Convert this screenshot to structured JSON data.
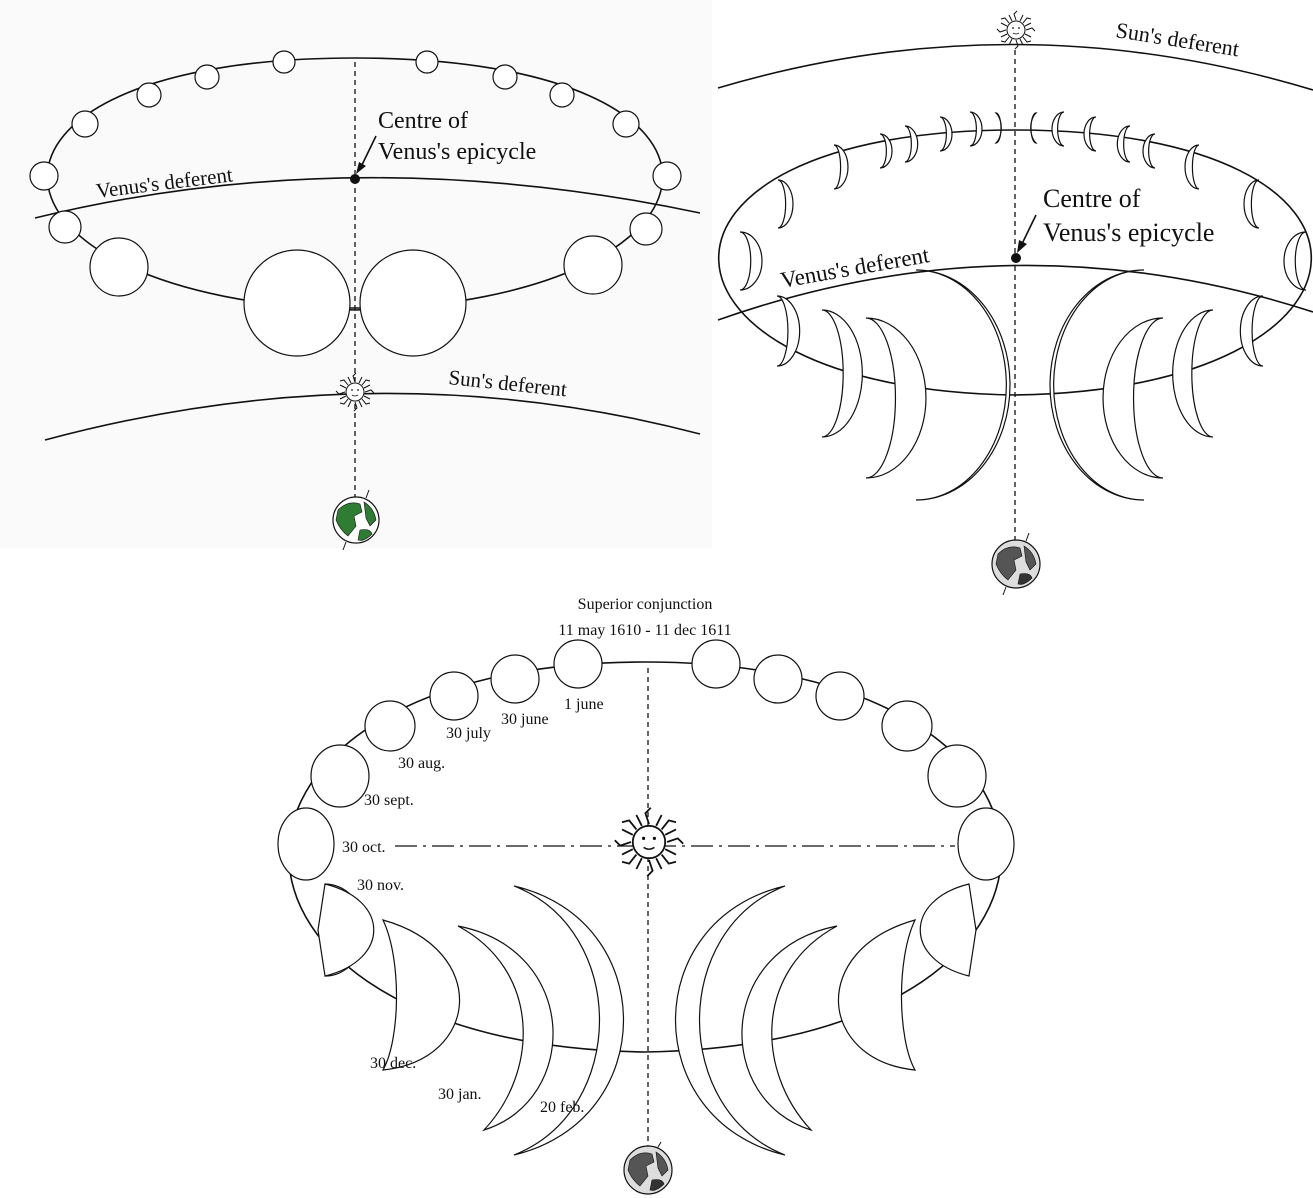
{
  "panel_top_left": {
    "venus_deferent": "Venus's deferent",
    "centre_line1": "Centre of",
    "centre_line2": "Venus's epicycle",
    "sun_deferent": "Sun's deferent"
  },
  "panel_top_right": {
    "sun_deferent": "Sun's deferent",
    "centre_line1": "Centre of",
    "centre_line2": "Venus's epicycle",
    "venus_deferent": "Venus's deferent"
  },
  "panel_bottom": {
    "title": "Superior conjunction",
    "dates": "11 may 1610 - 11 dec 1611",
    "labels": {
      "june1": "1 june",
      "june30": "30 june",
      "july30": "30 july",
      "aug30": "30 aug.",
      "sept30": "30 sept.",
      "oct30": "30 oct.",
      "nov30": "30 nov.",
      "dec30": "30 dec.",
      "jan30": "30 jan.",
      "feb20": "20 feb."
    }
  },
  "colors": {
    "earth_land_green": "#2e7d32",
    "earth_land_grey": "#555555",
    "background": "#ffffff",
    "panel_tint": "#fafafa"
  },
  "icons": [
    "sun-icon",
    "earth-icon"
  ]
}
